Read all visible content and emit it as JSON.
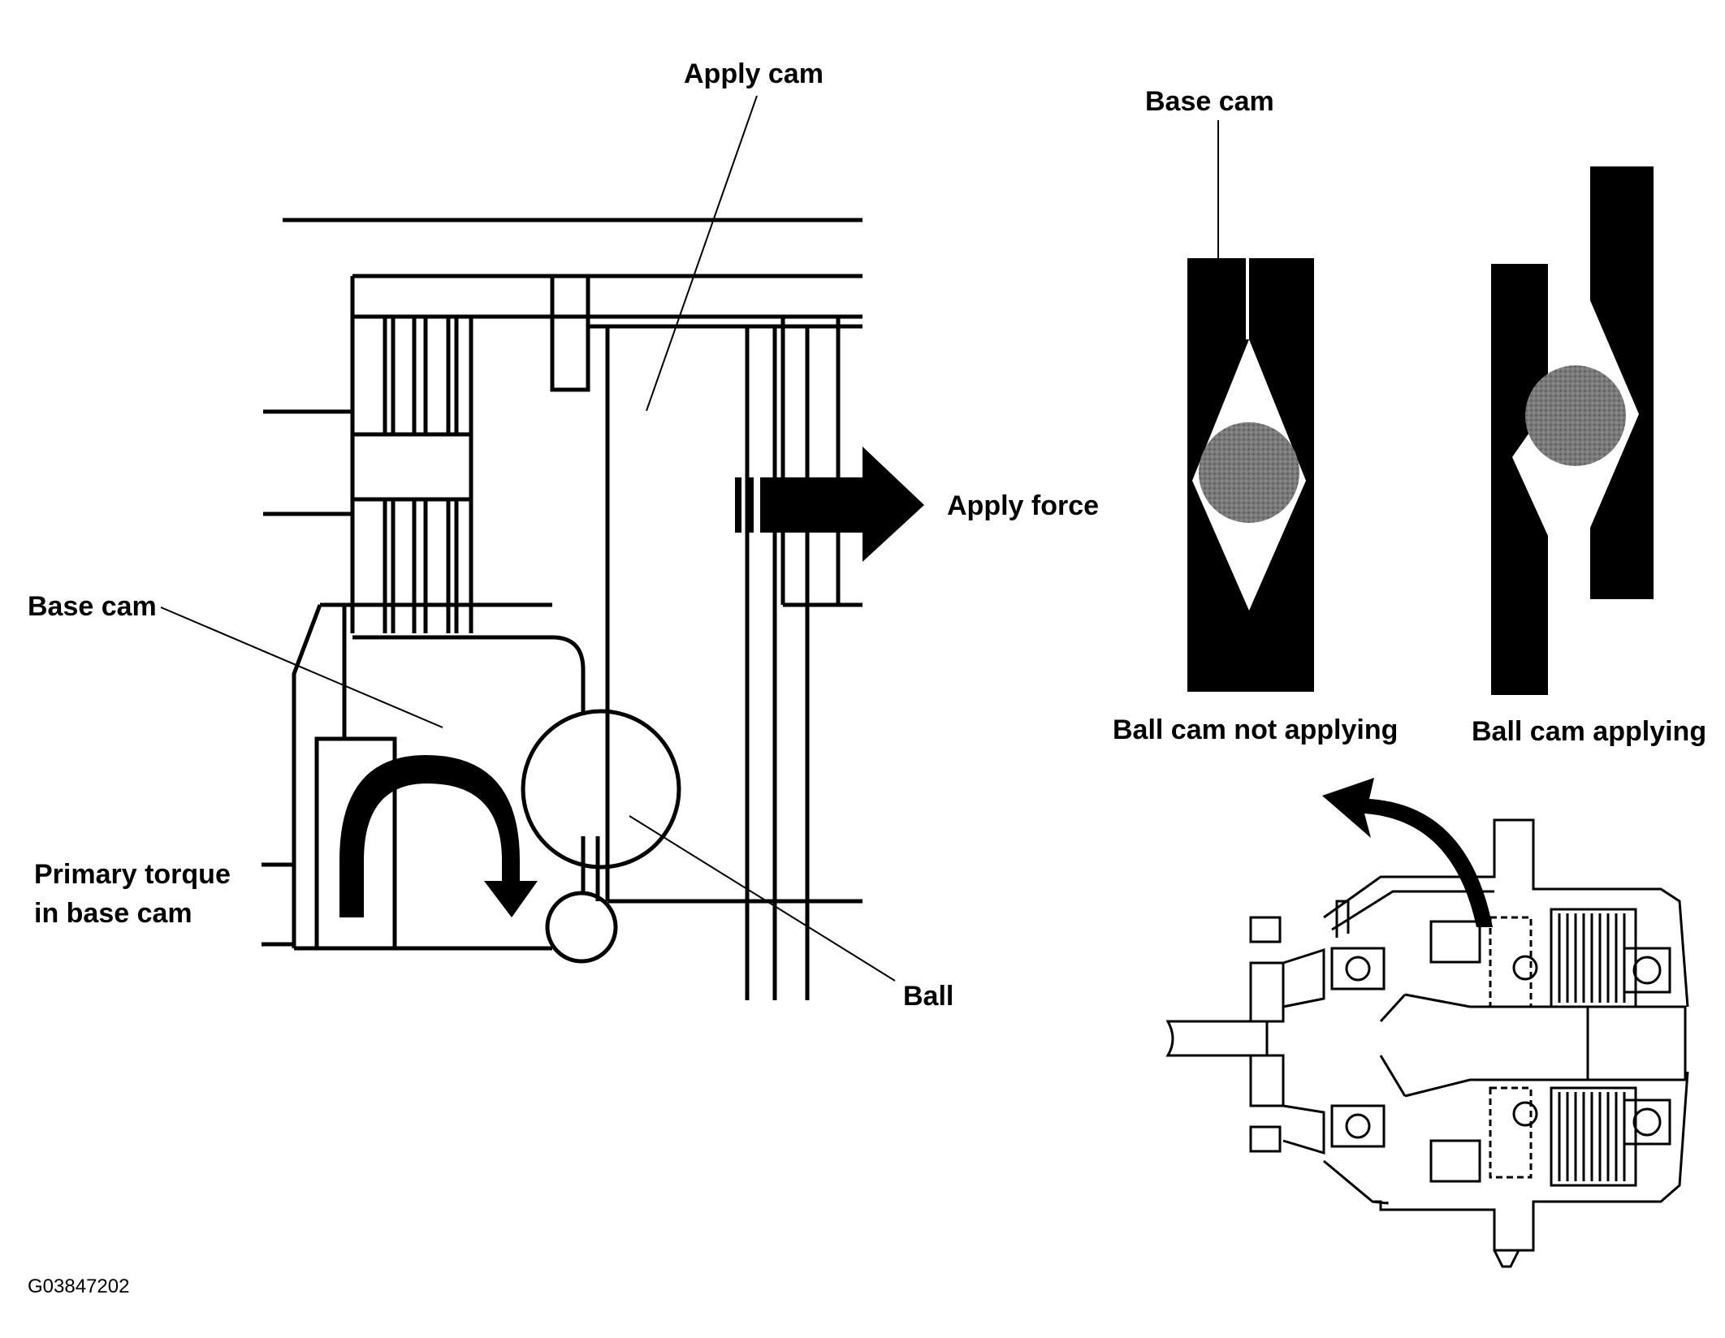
{
  "labels": {
    "apply_cam": "Apply cam",
    "base_cam_top": "Base cam",
    "apply_force": "Apply force",
    "base_cam_left": "Base cam",
    "primary_torque_line1": "Primary torque",
    "primary_torque_line2": "in base cam",
    "ball": "Ball",
    "ball_cam_not_applying": "Ball cam not applying",
    "ball_cam_applying": "Ball cam applying",
    "figure_id": "G03847202"
  },
  "colors": {
    "ink": "#000000",
    "ball_shade": "#6e6e6e",
    "background": "#ffffff"
  }
}
